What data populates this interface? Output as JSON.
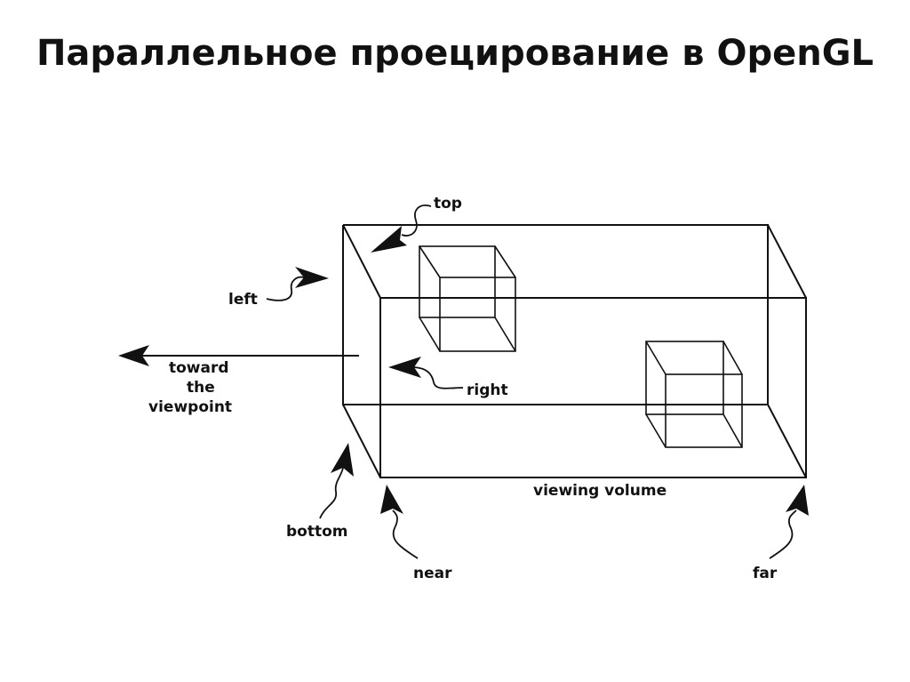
{
  "slide": {
    "title": "Параллельное проецирование в OpenGL"
  },
  "diagram": {
    "labels": {
      "top": "top",
      "left": "left",
      "right": "right",
      "bottom": "bottom",
      "near": "near",
      "far": "far",
      "viewing_volume": "viewing volume",
      "toward_line1": "toward",
      "toward_line2": "the",
      "toward_line3": "viewpoint"
    },
    "colors": {
      "ink": "#111111",
      "background": "#ffffff"
    }
  }
}
